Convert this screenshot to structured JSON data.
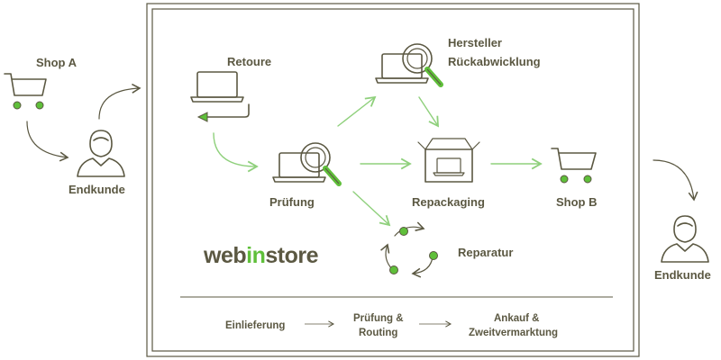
{
  "brand": {
    "prefix": "web",
    "mid": "in",
    "suffix": "store",
    "accent": "#5fbf3a",
    "text_color": "#5b5842"
  },
  "nodes": {
    "shop_a": "Shop A",
    "endkunde_left": "Endkunde",
    "endkunde_right": "Endkunde",
    "retoure": "Retoure",
    "pruefung": "Prüfung",
    "hersteller_line1": "Hersteller",
    "hersteller_line2": "Rückabwicklung",
    "repackaging": "Repackaging",
    "shop_b": "Shop B",
    "reparatur": "Reparatur"
  },
  "process_steps": {
    "step1": "Einlieferung",
    "step2_line1": "Prüfung &",
    "step2_line2": "Routing",
    "step3_line1": "Ankauf &",
    "step3_line2": "Zweitvermarktung"
  },
  "colors": {
    "dark": "#5b5842",
    "green_line": "#8fd07c",
    "green_fill": "#5fbf3a",
    "border": "#5b5842"
  }
}
